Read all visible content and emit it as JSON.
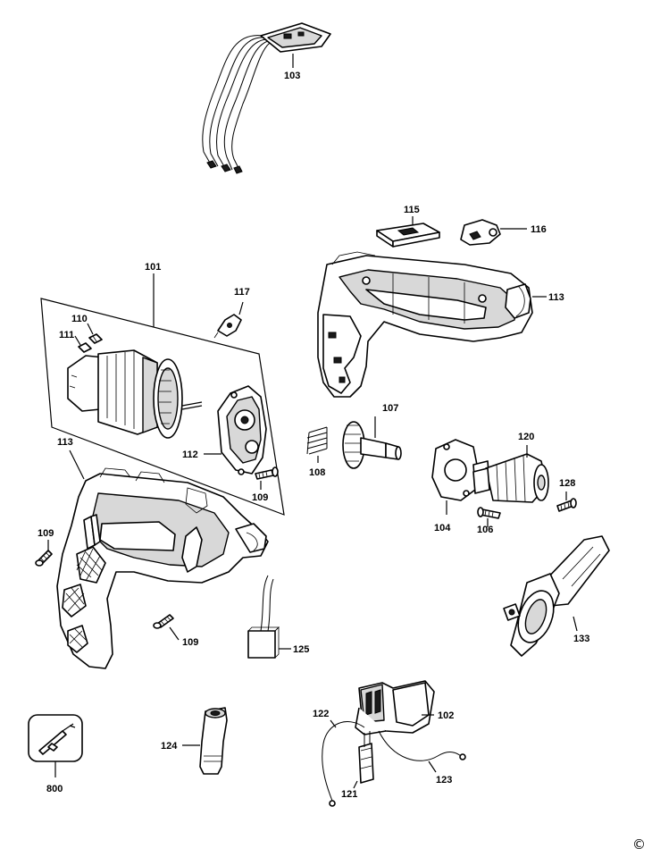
{
  "labels": {
    "p103": "103",
    "p115": "115",
    "p116": "116",
    "p101": "101",
    "p117": "117",
    "p113_top": "113",
    "p110": "110",
    "p111": "111",
    "p107": "107",
    "p120": "120",
    "p112": "112",
    "p108": "108",
    "p109_kit": "109",
    "p113_main": "113",
    "p128": "128",
    "p104": "104",
    "p106": "106",
    "p109_left": "109",
    "p109_bottom": "109",
    "p125": "125",
    "p133": "133",
    "p122": "122",
    "p102": "102",
    "p124": "124",
    "p123": "123",
    "p121": "121",
    "p800": "800"
  },
  "copyright": "©"
}
